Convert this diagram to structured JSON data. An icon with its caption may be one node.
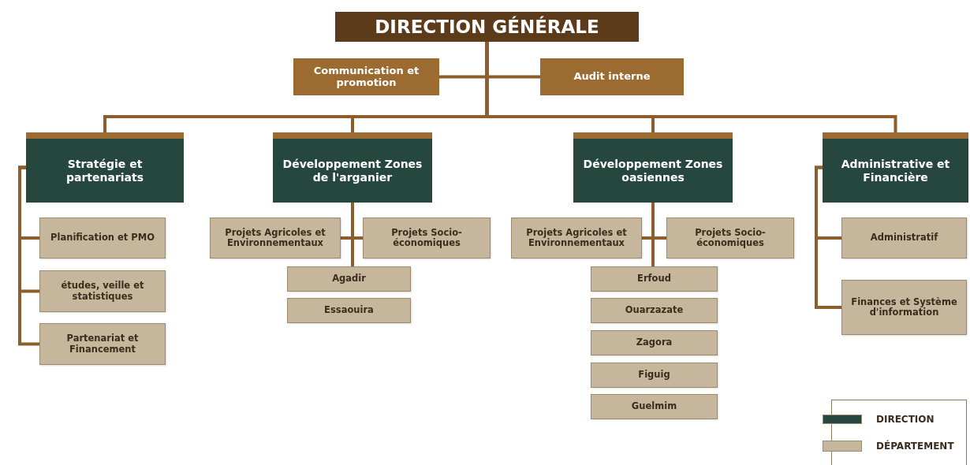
{
  "diagram": {
    "nodes": [
      {
        "text": [
          "DIRECTION GÉNÉRALE"
        ]
      },
      {
        "text": [
          "Communication et promotion"
        ]
      },
      {
        "text": [
          "Audit interne"
        ]
      },
      {
        "text": [
          "Stratégie et partenariats"
        ]
      },
      {
        "text": [
          "Développement Zones de l'arganier"
        ]
      },
      {
        "text": [
          "Développement Zones oasiennes"
        ]
      },
      {
        "text": [
          "Administrative et Financière"
        ]
      },
      {
        "text": [
          "Planification et PMO"
        ]
      },
      {
        "text": [
          "études, veille et statistiques"
        ]
      },
      {
        "text": [
          "Partenariat et Financement"
        ]
      },
      {
        "text": [
          "Projets Agricoles et Environnementaux"
        ]
      },
      {
        "text": [
          "Projets Socio-économiques"
        ]
      },
      {
        "text": [
          "Agadir"
        ]
      },
      {
        "text": [
          "Essaouira"
        ]
      },
      {
        "text": [
          "Projets Agricoles et Environnementaux"
        ]
      },
      {
        "text": [
          "Projets Socio-économiques"
        ]
      },
      {
        "text": [
          "Erfoud"
        ]
      },
      {
        "text": [
          "Ouarzazate"
        ]
      },
      {
        "text": [
          "Zagora"
        ]
      },
      {
        "text": [
          "Figuig"
        ]
      },
      {
        "text": [
          "Guelmim"
        ]
      },
      {
        "text": [
          "Administratif"
        ]
      },
      {
        "text": [
          "Finances et Système d'information"
        ]
      }
    ],
    "edges": [
      {
        "from": 0,
        "to": 1,
        "arrow": "none"
      },
      {
        "from": 0,
        "to": 2,
        "arrow": "none"
      },
      {
        "from": 0,
        "to": 3,
        "arrow": "none"
      },
      {
        "from": 0,
        "to": 4,
        "arrow": "none"
      },
      {
        "from": 0,
        "to": 5,
        "arrow": "none"
      },
      {
        "from": 0,
        "to": 6,
        "arrow": "none"
      },
      {
        "from": 3,
        "to": 7,
        "arrow": "none"
      },
      {
        "from": 3,
        "to": 8,
        "arrow": "none"
      },
      {
        "from": 3,
        "to": 9,
        "arrow": "none"
      },
      {
        "from": 4,
        "to": 10,
        "arrow": "none"
      },
      {
        "from": 4,
        "to": 11,
        "arrow": "none"
      },
      {
        "from": 4,
        "to": 12,
        "arrow": "none"
      },
      {
        "from": 5,
        "to": 14,
        "arrow": "none"
      },
      {
        "from": 5,
        "to": 15,
        "arrow": "none"
      },
      {
        "from": 5,
        "to": 16,
        "arrow": "none"
      },
      {
        "from": 6,
        "to": 21,
        "arrow": "none"
      },
      {
        "from": 6,
        "to": 22,
        "arrow": "none"
      }
    ],
    "legend": [
      {
        "text": "DIRECTION",
        "color": "#25473d"
      },
      {
        "text": "DÉPARTEMENT",
        "color": "#c6b79c"
      }
    ]
  }
}
